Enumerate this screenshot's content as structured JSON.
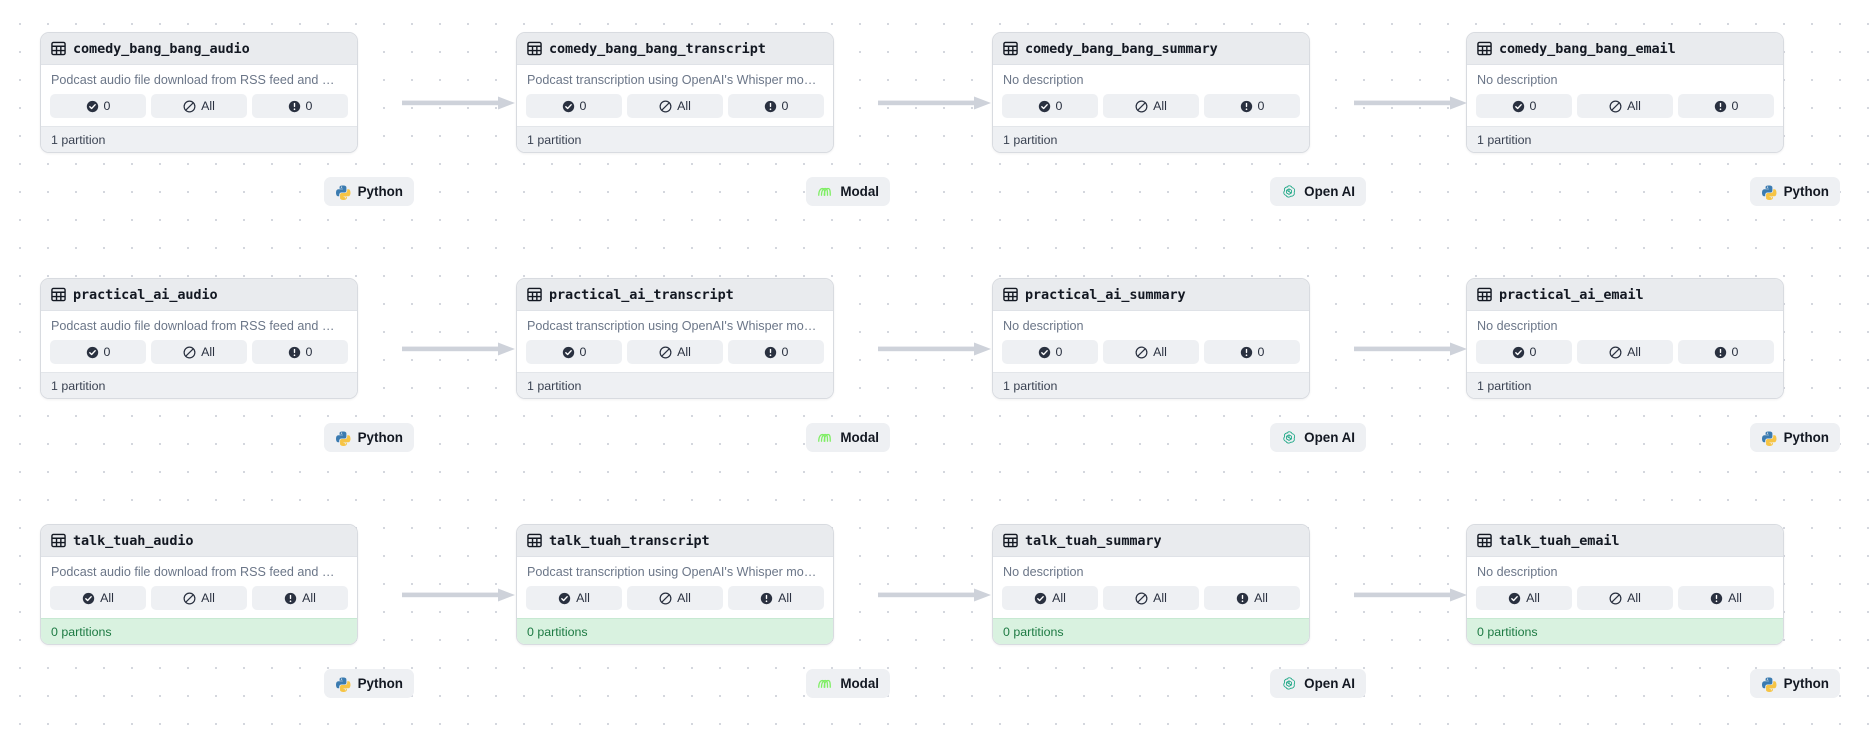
{
  "app": {
    "view": "asset-lineage-graph",
    "background": "#ffffff",
    "dot_color": "#d4d7de"
  },
  "colors": {
    "node_header_bg": "#e9ebee",
    "node_border": "#d8dbe0",
    "chip_bg": "#eef0f3",
    "footer_bg": "#eef0f3",
    "empty_footer_bg": "#d9f2e0",
    "empty_footer_text": "#1d7a43",
    "arrow": "#ced2da",
    "python_blue": "#3b7bb0",
    "python_yellow": "#f6c445",
    "modal_green": "#7fee64",
    "openai_green": "#10a37f"
  },
  "descriptions": {
    "audio": "Podcast audio file download from RSS feed and …",
    "transcript": "Podcast transcription using OpenAI's Whisper mo…",
    "none": "No description"
  },
  "footers": {
    "one_partition": "1 partition",
    "zero_partitions": "0 partitions"
  },
  "stat_labels": {
    "materialized_zero": "0",
    "materialized_all": "All",
    "missing_all": "All",
    "failed_zero": "0",
    "failed_all": "All"
  },
  "kinds": [
    {
      "id": "python",
      "label": "Python",
      "icon": "python-logo"
    },
    {
      "id": "modal",
      "label": "Modal",
      "icon": "modal-logo"
    },
    {
      "id": "openai",
      "label": "Open AI",
      "icon": "openai-logo"
    },
    {
      "id": "python",
      "label": "Python",
      "icon": "python-logo"
    }
  ],
  "columns": [
    {
      "key": "audio",
      "kind_index": 0
    },
    {
      "key": "transcript",
      "kind_index": 1
    },
    {
      "key": "summary",
      "kind_index": 2
    },
    {
      "key": "email",
      "kind_index": 3
    }
  ],
  "rows": [
    {
      "id": "comedy_bang_bang",
      "empty": false,
      "nodes": [
        {
          "title": "comedy_bang_bang_audio",
          "description": "Podcast audio file download from RSS feed and …",
          "stats": {
            "materialized": "0",
            "missing": "All",
            "failed": "0"
          },
          "footer": "1 partition",
          "kind": "Python"
        },
        {
          "title": "comedy_bang_bang_transcript",
          "description": "Podcast transcription using OpenAI's Whisper mo…",
          "stats": {
            "materialized": "0",
            "missing": "All",
            "failed": "0"
          },
          "footer": "1 partition",
          "kind": "Modal"
        },
        {
          "title": "comedy_bang_bang_summary",
          "description": "No description",
          "stats": {
            "materialized": "0",
            "missing": "All",
            "failed": "0"
          },
          "footer": "1 partition",
          "kind": "Open AI"
        },
        {
          "title": "comedy_bang_bang_email",
          "description": "No description",
          "stats": {
            "materialized": "0",
            "missing": "All",
            "failed": "0"
          },
          "footer": "1 partition",
          "kind": "Python"
        }
      ]
    },
    {
      "id": "practical_ai",
      "empty": false,
      "nodes": [
        {
          "title": "practical_ai_audio",
          "description": "Podcast audio file download from RSS feed and …",
          "stats": {
            "materialized": "0",
            "missing": "All",
            "failed": "0"
          },
          "footer": "1 partition",
          "kind": "Python"
        },
        {
          "title": "practical_ai_transcript",
          "description": "Podcast transcription using OpenAI's Whisper mo…",
          "stats": {
            "materialized": "0",
            "missing": "All",
            "failed": "0"
          },
          "footer": "1 partition",
          "kind": "Modal"
        },
        {
          "title": "practical_ai_summary",
          "description": "No description",
          "stats": {
            "materialized": "0",
            "missing": "All",
            "failed": "0"
          },
          "footer": "1 partition",
          "kind": "Open AI"
        },
        {
          "title": "practical_ai_email",
          "description": "No description",
          "stats": {
            "materialized": "0",
            "missing": "All",
            "failed": "0"
          },
          "footer": "1 partition",
          "kind": "Python"
        }
      ]
    },
    {
      "id": "talk_tuah",
      "empty": true,
      "nodes": [
        {
          "title": "talk_tuah_audio",
          "description": "Podcast audio file download from RSS feed and …",
          "stats": {
            "materialized": "All",
            "missing": "All",
            "failed": "All"
          },
          "footer": "0 partitions",
          "kind": "Python"
        },
        {
          "title": "talk_tuah_transcript",
          "description": "Podcast transcription using OpenAI's Whisper mo…",
          "stats": {
            "materialized": "All",
            "missing": "All",
            "failed": "All"
          },
          "footer": "0 partitions",
          "kind": "Modal"
        },
        {
          "title": "talk_tuah_summary",
          "description": "No description",
          "stats": {
            "materialized": "All",
            "missing": "All",
            "failed": "All"
          },
          "footer": "0 partitions",
          "kind": "Open AI"
        },
        {
          "title": "talk_tuah_email",
          "description": "No description",
          "stats": {
            "materialized": "All",
            "missing": "All",
            "failed": "All"
          },
          "footer": "0 partitions",
          "kind": "Python"
        }
      ]
    }
  ]
}
